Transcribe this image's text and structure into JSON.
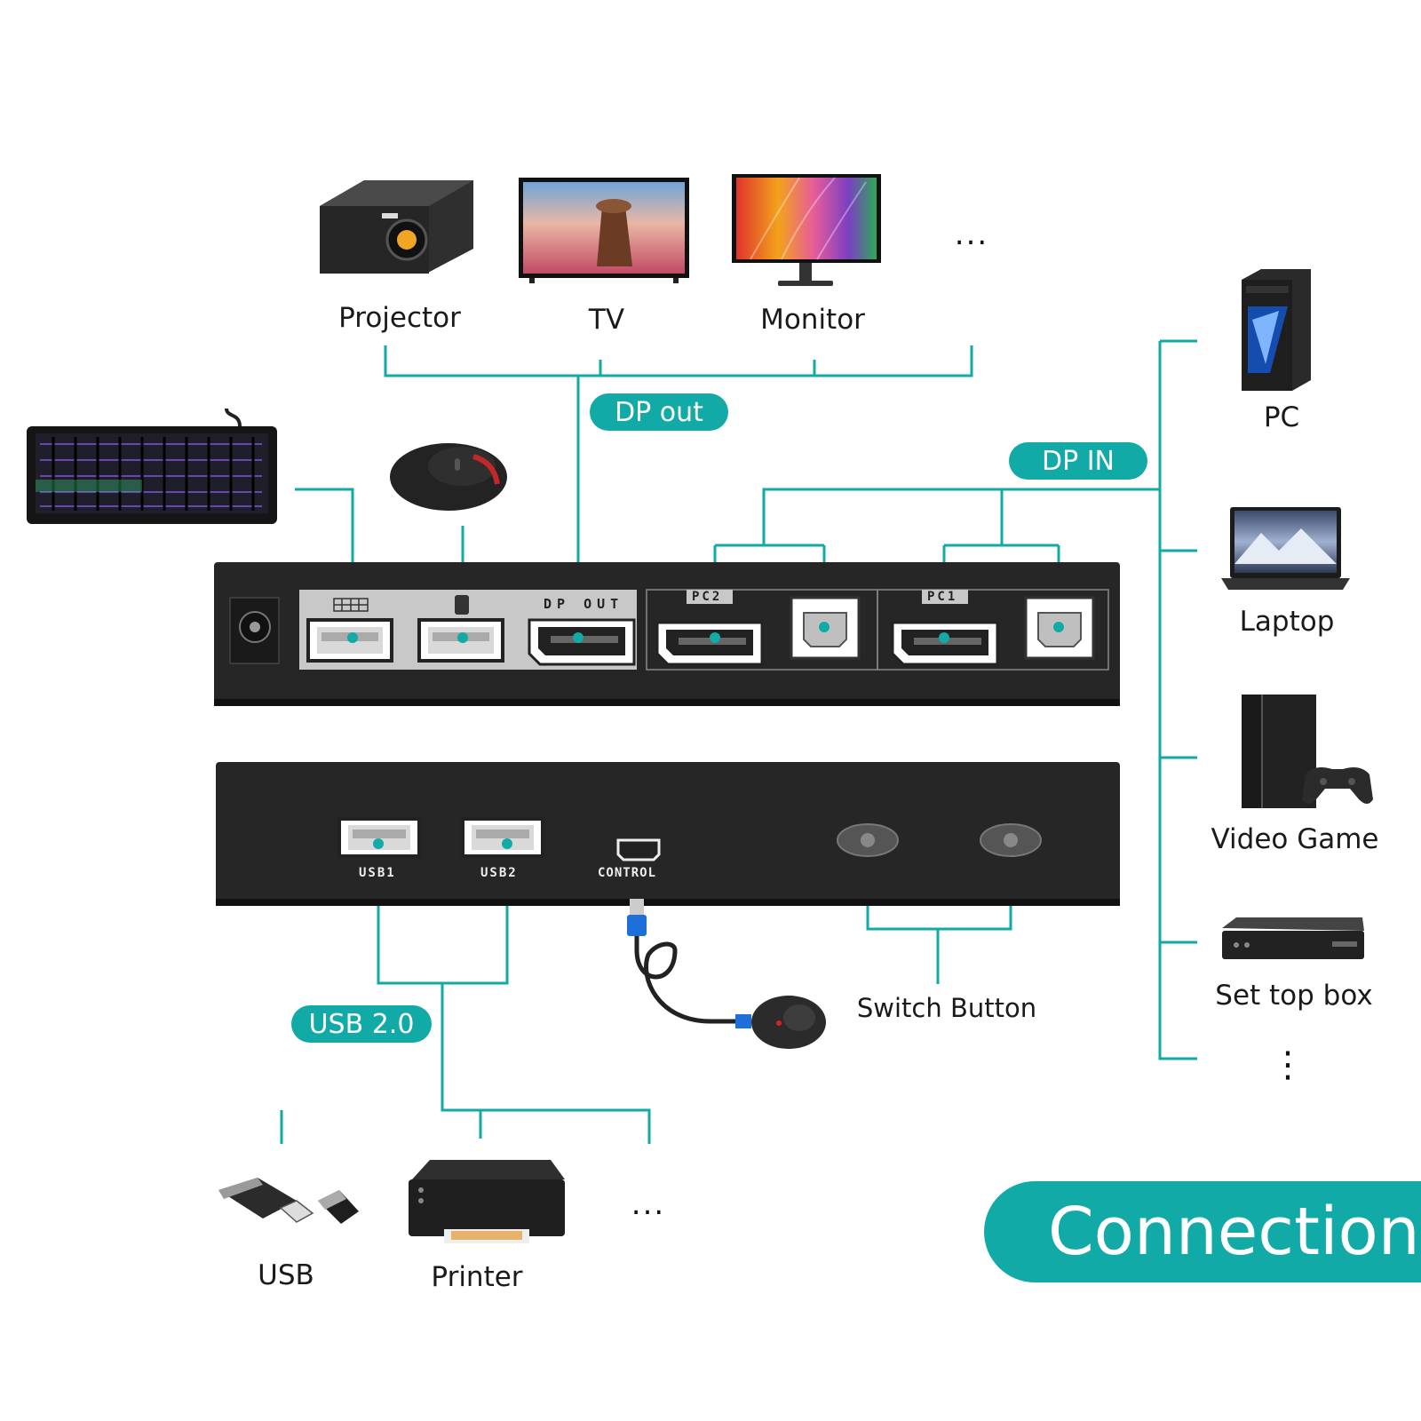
{
  "outputs": {
    "projector": "Projector",
    "tv": "TV",
    "monitor": "Monitor",
    "more": "..."
  },
  "inputs": {
    "pc": "PC",
    "laptop": "Laptop",
    "video_game": "Video Game",
    "set_top_box": "Set top box",
    "more": "⋮"
  },
  "usb_devices": {
    "usb": "USB",
    "printer": "Printer",
    "more": "..."
  },
  "pills": {
    "dp_out": "DP out",
    "dp_in": "DP IN",
    "usb": "USB 2.0"
  },
  "front_panel": {
    "dp_out_label": "DP OUT",
    "pc2_label": "PC2",
    "pc1_label": "PC1"
  },
  "back_panel": {
    "usb1_label": "USB1",
    "usb2_label": "USB2",
    "control_label": "CONTROL"
  },
  "switch_button": "Switch Button",
  "section_title": "Connection",
  "colors": {
    "accent": "#12aaa7",
    "device": "#222222"
  }
}
